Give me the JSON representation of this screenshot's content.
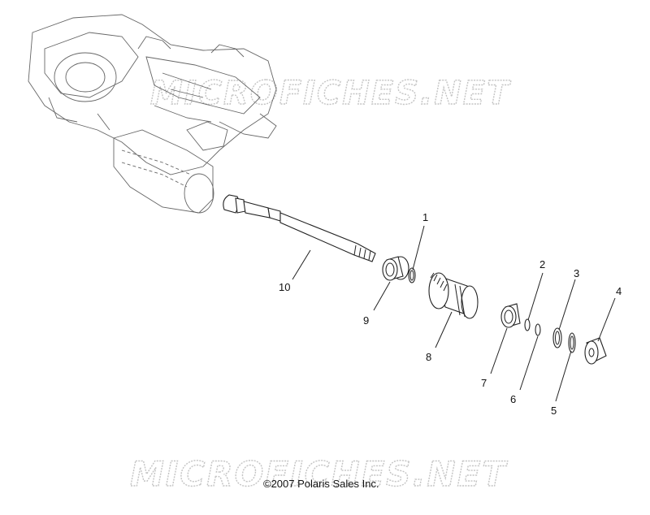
{
  "watermarks": {
    "top": "MICROFICHES.NET",
    "bottom": "MICROFICHES.NET"
  },
  "copyright": "©2007 Polaris Sales Inc.",
  "callouts": [
    {
      "id": "1",
      "label": "1"
    },
    {
      "id": "2",
      "label": "2"
    },
    {
      "id": "3",
      "label": "3"
    },
    {
      "id": "4",
      "label": "4"
    },
    {
      "id": "5",
      "label": "5"
    },
    {
      "id": "6",
      "label": "6"
    },
    {
      "id": "7",
      "label": "7"
    },
    {
      "id": "8",
      "label": "8"
    },
    {
      "id": "9",
      "label": "9"
    },
    {
      "id": "10",
      "label": "10"
    }
  ]
}
